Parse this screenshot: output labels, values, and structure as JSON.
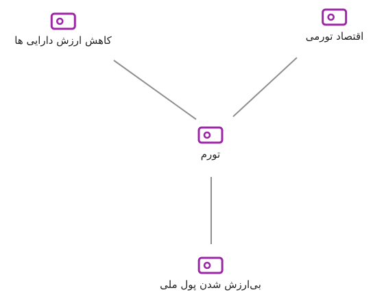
{
  "graph": {
    "accent_color": "#9c27a6",
    "edge_color": "#8f8f8f",
    "icon": "tag-icon",
    "nodes": [
      {
        "id": "asset-devaluation",
        "label": "کاهش ارزش دارایی ها"
      },
      {
        "id": "inflationary-economy",
        "label": "اقتصاد تورمی"
      },
      {
        "id": "inflation",
        "label": "تورم"
      },
      {
        "id": "currency-devaluation",
        "label": "بی‌ارزش شدن پول ملی"
      }
    ],
    "edges": [
      {
        "from": "inflation",
        "to": "asset-devaluation"
      },
      {
        "from": "inflation",
        "to": "inflationary-economy"
      },
      {
        "from": "inflation",
        "to": "currency-devaluation"
      }
    ]
  }
}
